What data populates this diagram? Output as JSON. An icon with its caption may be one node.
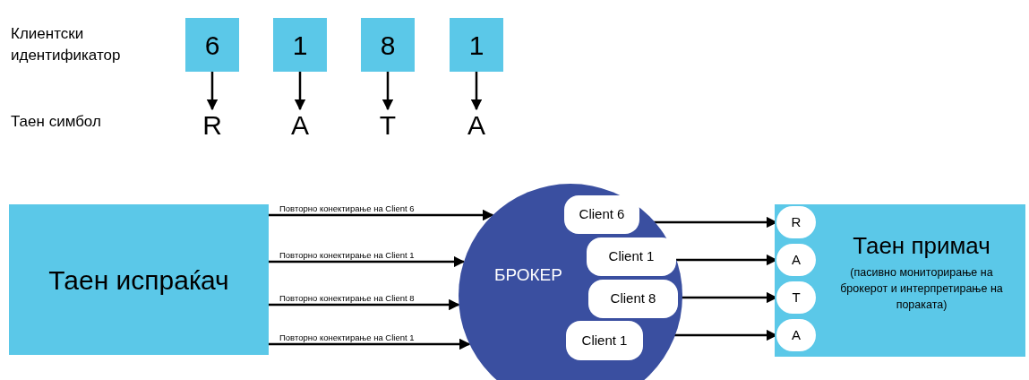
{
  "diagram": {
    "nodes": [
      {
        "text": [
          "6"
        ]
      },
      {
        "text": [
          "1"
        ]
      },
      {
        "text": [
          "8"
        ]
      },
      {
        "text": [
          "1"
        ]
      },
      {
        "text": [
          "R"
        ]
      },
      {
        "text": [
          "A"
        ]
      },
      {
        "text": [
          "T"
        ]
      },
      {
        "text": [
          "A"
        ]
      },
      {
        "text": [
          "Таен испраќач"
        ]
      },
      {
        "text": [
          "БРОКЕР"
        ]
      },
      {
        "text": [
          "Client 6"
        ],
        "in": 9
      },
      {
        "text": [
          "Client 1"
        ],
        "in": 9
      },
      {
        "text": [
          "Client 8"
        ],
        "in": 9
      },
      {
        "text": [
          "Client 1"
        ],
        "in": 9
      },
      {
        "text": [
          "Таен примач",
          "(пасивно мониторирање на брокерот и интерпретирање на пораката)"
        ]
      },
      {
        "text": [
          "R"
        ],
        "in": 14
      },
      {
        "text": [
          "A"
        ],
        "in": 14
      },
      {
        "text": [
          "T"
        ],
        "in": 14
      },
      {
        "text": [
          "A"
        ],
        "in": 14
      }
    ],
    "edges": [
      {
        "from": 0,
        "to": 4,
        "arrow": "to"
      },
      {
        "from": 1,
        "to": 5,
        "arrow": "to"
      },
      {
        "from": 2,
        "to": 6,
        "arrow": "to"
      },
      {
        "from": 3,
        "to": 7,
        "arrow": "to"
      },
      {
        "from": 8,
        "to": 9,
        "arrow": "to",
        "label": "Повторно конектирање на Client 6"
      },
      {
        "from": 8,
        "to": 9,
        "arrow": "to",
        "label": "Повторно конектирање на Client 1"
      },
      {
        "from": 8,
        "to": 9,
        "arrow": "to",
        "label": "Повторно конектирање на Client 8"
      },
      {
        "from": 8,
        "to": 9,
        "arrow": "to",
        "label": "Повторно конектирање на Client 1"
      },
      {
        "from": 10,
        "to": 15,
        "arrow": "to"
      },
      {
        "from": 11,
        "to": 16,
        "arrow": "to"
      },
      {
        "from": 12,
        "to": 17,
        "arrow": "to"
      },
      {
        "from": 13,
        "to": 18,
        "arrow": "to"
      }
    ],
    "labels": [
      "Клиентски идентификатор",
      "Таен симбол"
    ]
  }
}
